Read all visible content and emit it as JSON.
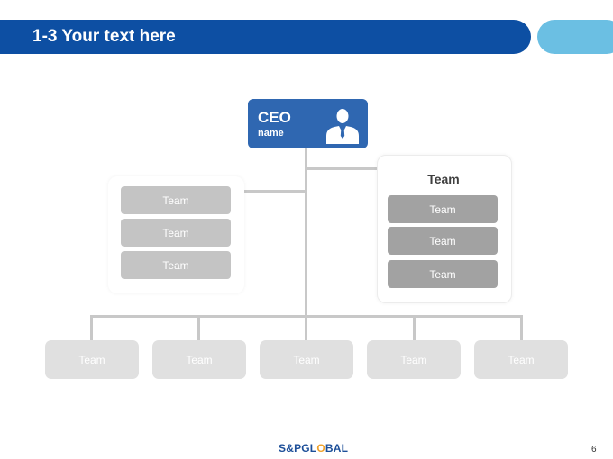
{
  "header": {
    "title": "1-3 Your text here"
  },
  "ceo": {
    "title": "CEO",
    "name": "name",
    "icon": "person-icon"
  },
  "left_group": {
    "teams": [
      "Team",
      "Team",
      "Team"
    ]
  },
  "right_group": {
    "title": "Team",
    "teams": [
      "Team",
      "Team",
      "Team"
    ]
  },
  "bottom_teams": [
    "Team",
    "Team",
    "Team",
    "Team",
    "Team"
  ],
  "footer": {
    "logo": "S&PGL",
    "logo_mid": "O",
    "logo_end": "BAL",
    "page_number": "6"
  },
  "colors": {
    "primary": "#0d4fa3",
    "accent": "#6bbfe3",
    "ceo": "#2f67b1",
    "connector": "#c8c8c8"
  }
}
